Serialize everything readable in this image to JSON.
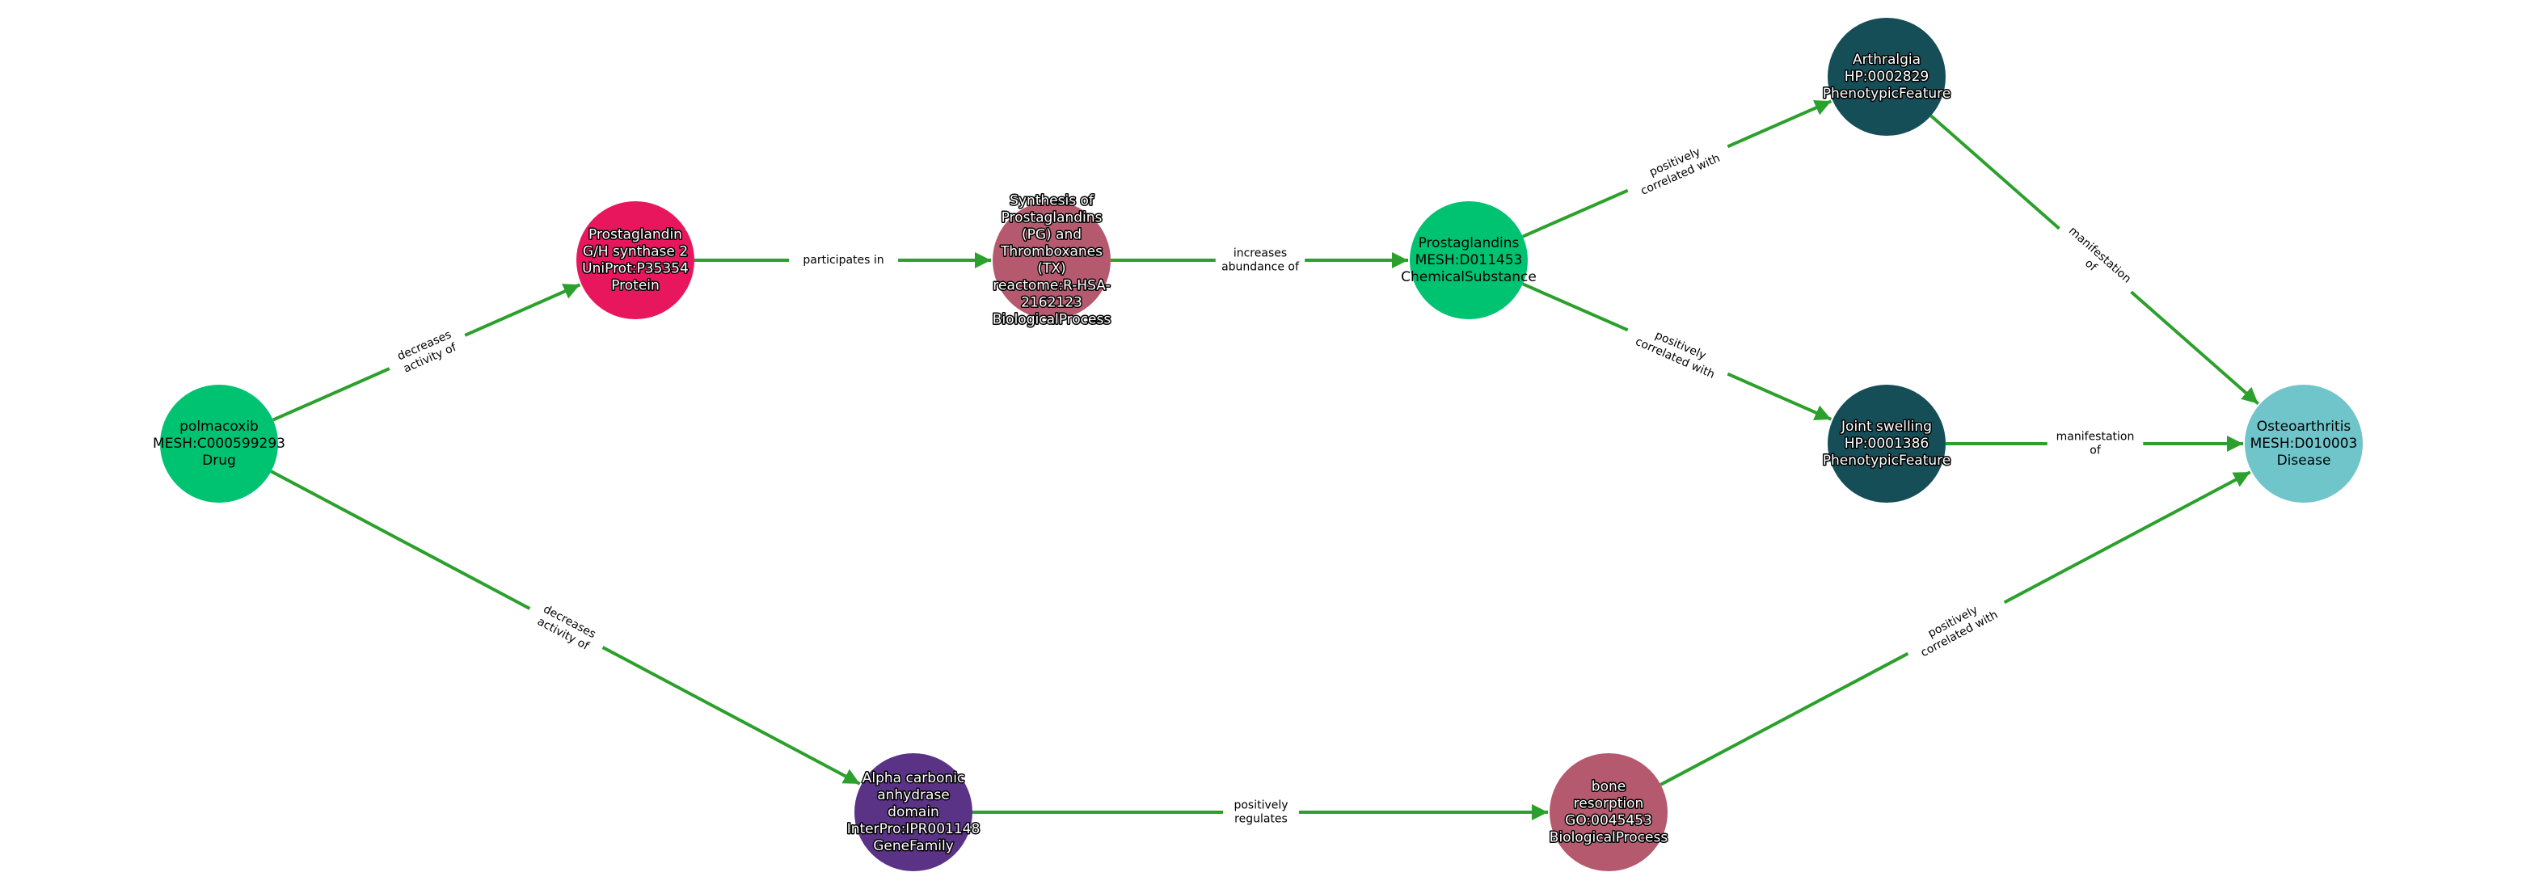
{
  "colors": {
    "edge": "#2ca02c",
    "Drug": "#00c372",
    "ChemicalSubstance": "#00c372",
    "Protein": "#e8175d",
    "BiologicalProcess": "#b55a6e",
    "PhenotypicFeature": "#164e58",
    "Disease": "#6fc5ca",
    "GeneFamily": "#5a3386"
  },
  "nodes": [
    {
      "id": "polmacoxib",
      "type": "Drug",
      "lines": [
        "polmacoxib",
        "MESH:C000599293",
        "Drug"
      ],
      "text_style": "dark"
    },
    {
      "id": "pgh2",
      "type": "Protein",
      "lines": [
        "Prostaglandin",
        "G/H synthase 2",
        "UniProt:P35354",
        "Protein"
      ],
      "text_style": "light"
    },
    {
      "id": "synth",
      "type": "BiologicalProcess",
      "lines": [
        "Synthesis of",
        "Prostaglandins",
        "(PG) and",
        "Thromboxanes",
        "(TX)",
        "reactome:R-HSA-",
        "2162123",
        "BiologicalProcess"
      ],
      "text_style": "light"
    },
    {
      "id": "pg",
      "type": "ChemicalSubstance",
      "lines": [
        "Prostaglandins",
        "MESH:D011453",
        "ChemicalSubstance"
      ],
      "text_style": "dark"
    },
    {
      "id": "arthralgia",
      "type": "PhenotypicFeature",
      "lines": [
        "Arthralgia",
        "HP:0002829",
        "PhenotypicFeature"
      ],
      "text_style": "light"
    },
    {
      "id": "joint",
      "type": "PhenotypicFeature",
      "lines": [
        "Joint swelling",
        "HP:0001386",
        "PhenotypicFeature"
      ],
      "text_style": "light"
    },
    {
      "id": "oa",
      "type": "Disease",
      "lines": [
        "Osteoarthritis",
        "MESH:D010003",
        "Disease"
      ],
      "text_style": "dark"
    },
    {
      "id": "alpha",
      "type": "GeneFamily",
      "lines": [
        "Alpha carbonic",
        "anhydrase",
        "domain",
        "InterPro:IPR001148",
        "GeneFamily"
      ],
      "text_style": "light"
    },
    {
      "id": "bone",
      "type": "BiologicalProcess",
      "lines": [
        "bone",
        "resorption",
        "GO:0045453",
        "BiologicalProcess"
      ],
      "text_style": "light"
    }
  ],
  "edges": [
    {
      "source": "polmacoxib",
      "target": "pgh2",
      "lines": [
        "decreases",
        "activity of"
      ]
    },
    {
      "source": "polmacoxib",
      "target": "alpha",
      "lines": [
        "decreases",
        "activity of"
      ]
    },
    {
      "source": "pgh2",
      "target": "synth",
      "lines": [
        "participates in"
      ]
    },
    {
      "source": "synth",
      "target": "pg",
      "lines": [
        "increases",
        "abundance of"
      ]
    },
    {
      "source": "pg",
      "target": "arthralgia",
      "lines": [
        "positively",
        "correlated with"
      ]
    },
    {
      "source": "pg",
      "target": "joint",
      "lines": [
        "positively",
        "correlated with"
      ]
    },
    {
      "source": "arthralgia",
      "target": "oa",
      "lines": [
        "manifestation",
        "of"
      ]
    },
    {
      "source": "joint",
      "target": "oa",
      "lines": [
        "manifestation",
        "of"
      ]
    },
    {
      "source": "alpha",
      "target": "bone",
      "lines": [
        "positively",
        "regulates"
      ]
    },
    {
      "source": "bone",
      "target": "oa",
      "lines": [
        "positively",
        "correlated with"
      ]
    }
  ]
}
